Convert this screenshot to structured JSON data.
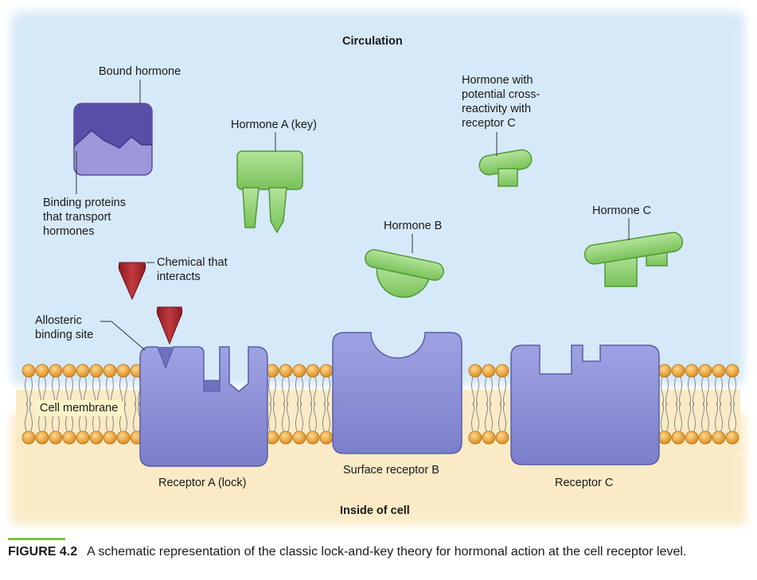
{
  "labels": {
    "circulation": "Circulation",
    "inside_of_cell": "Inside of cell",
    "bound_hormone": "Bound hormone",
    "binding_proteins": [
      "Binding proteins",
      "that transport",
      "hormones"
    ],
    "hormone_a": "Hormone A (key)",
    "cross_reactivity": [
      "Hormone with",
      "potential cross-",
      "reactivity with",
      "receptor C"
    ],
    "hormone_b": "Hormone B",
    "hormone_c": "Hormone C",
    "chemical": [
      "Chemical that",
      "interacts"
    ],
    "allosteric": [
      "Allosteric",
      "binding site"
    ],
    "cell_membrane": "Cell membrane",
    "receptor_a": "Receptor A (lock)",
    "surface_receptor_b": "Surface receptor B",
    "receptor_c": "Receptor C"
  },
  "caption": {
    "figure": "FIGURE 4.2",
    "text": "A schematic representation of the classic lock-and-key theory for hormonal action at the cell receptor level."
  },
  "colors": {
    "circulation_bg": "#d6e9f8",
    "cell_interior": "#faebc6",
    "receptor": "#8b8fd6",
    "hormone": "#8ccf6b",
    "binding_protein_top": "#5a4fa8",
    "binding_protein_bottom": "#9b97d8",
    "chemical": "#a42228",
    "lipid_head": "#e9a23a",
    "caption_rule": "#7cc243"
  }
}
